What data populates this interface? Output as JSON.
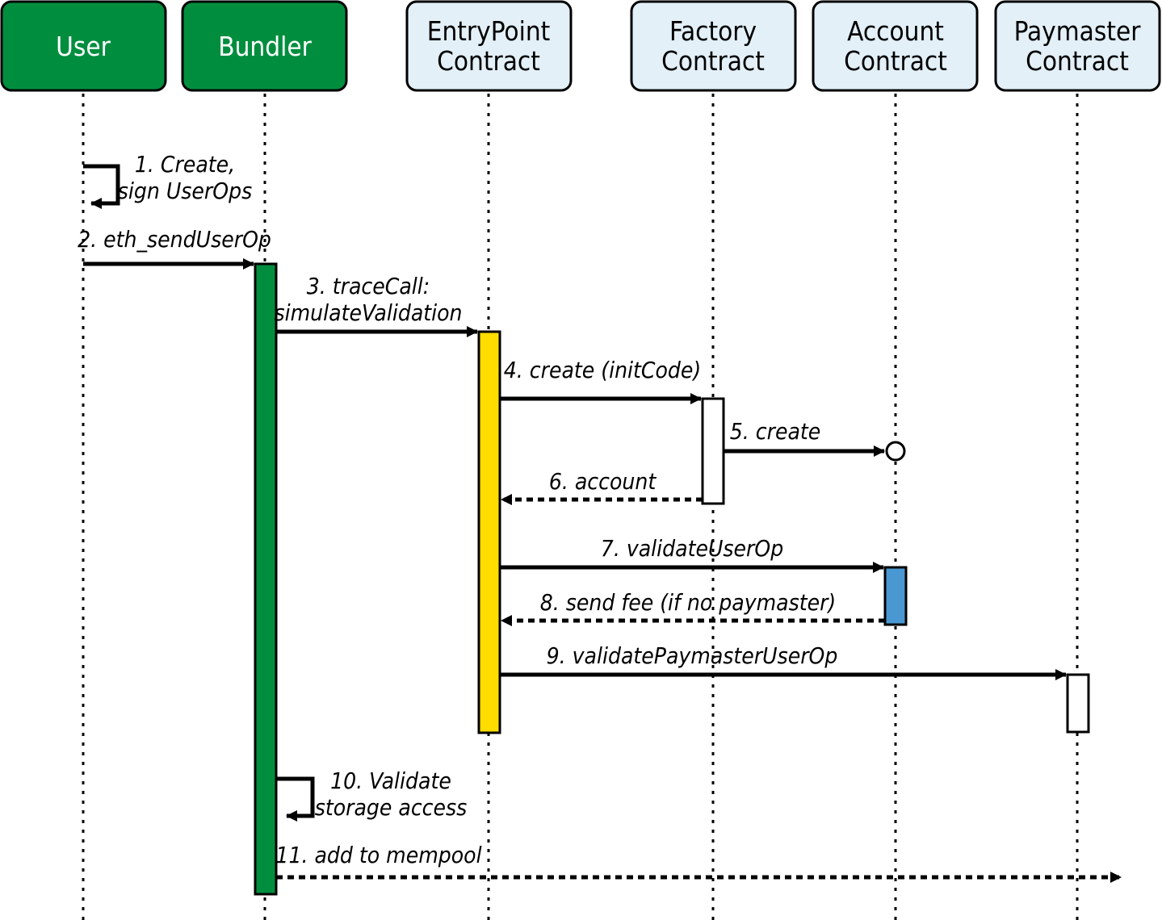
{
  "participants": [
    {
      "id": "user",
      "lines": [
        "User"
      ],
      "style": "green"
    },
    {
      "id": "bundler",
      "lines": [
        "Bundler"
      ],
      "style": "green"
    },
    {
      "id": "entrypoint",
      "lines": [
        "EntryPoint",
        "Contract"
      ],
      "style": "light"
    },
    {
      "id": "factory",
      "lines": [
        "Factory",
        "Contract"
      ],
      "style": "light"
    },
    {
      "id": "account",
      "lines": [
        "Account",
        "Contract"
      ],
      "style": "light"
    },
    {
      "id": "paymaster",
      "lines": [
        "Paymaster",
        "Contract"
      ],
      "style": "light"
    }
  ],
  "messages": [
    {
      "id": "m1",
      "kind": "self",
      "from": "user",
      "lines": [
        "1. Create,",
        "sign UserOps"
      ]
    },
    {
      "id": "m2",
      "kind": "call",
      "from": "user",
      "to": "bundler",
      "lines": [
        "2. eth_sendUserOp"
      ]
    },
    {
      "id": "m3",
      "kind": "call",
      "from": "bundler",
      "to": "entrypoint",
      "lines": [
        "3. traceCall:",
        "simulateValidation"
      ]
    },
    {
      "id": "m4",
      "kind": "call",
      "from": "entrypoint",
      "to": "factory",
      "lines": [
        "4. create (initCode)"
      ]
    },
    {
      "id": "m5",
      "kind": "create",
      "from": "factory",
      "to": "account",
      "lines": [
        "5. create"
      ]
    },
    {
      "id": "m6",
      "kind": "return",
      "from": "factory",
      "to": "entrypoint",
      "lines": [
        "6. account"
      ]
    },
    {
      "id": "m7",
      "kind": "call",
      "from": "entrypoint",
      "to": "account",
      "lines": [
        "7. validateUserOp"
      ]
    },
    {
      "id": "m8",
      "kind": "return",
      "from": "account",
      "to": "entrypoint",
      "lines": [
        "8. send fee (if no paymaster)"
      ]
    },
    {
      "id": "m9",
      "kind": "call",
      "from": "entrypoint",
      "to": "paymaster",
      "lines": [
        "9. validatePaymasterUserOp"
      ]
    },
    {
      "id": "m10",
      "kind": "self",
      "from": "bundler",
      "lines": [
        "10. Validate",
        "storage access"
      ]
    },
    {
      "id": "m11",
      "kind": "async",
      "from": "bundler",
      "to": "mempool",
      "lines": [
        "11. add to mempool"
      ]
    }
  ],
  "colors": {
    "green_header": "#008e3e",
    "light_header": "#e3f0f8",
    "bundler_activation": "#008e3e",
    "entrypoint_activation": "#ffdd00",
    "account_activation": "#4a98d2",
    "plain_activation": "#ffffff",
    "stroke": "#000000"
  }
}
